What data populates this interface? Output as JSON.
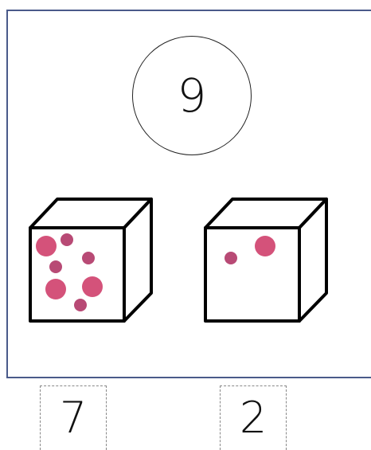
{
  "total": "9",
  "dot_color": "#d4527a",
  "dot_color_dark": "#b84a75",
  "groups": [
    {
      "dot_count": 7,
      "answer": "7"
    },
    {
      "dot_count": 2,
      "answer": "2"
    }
  ]
}
